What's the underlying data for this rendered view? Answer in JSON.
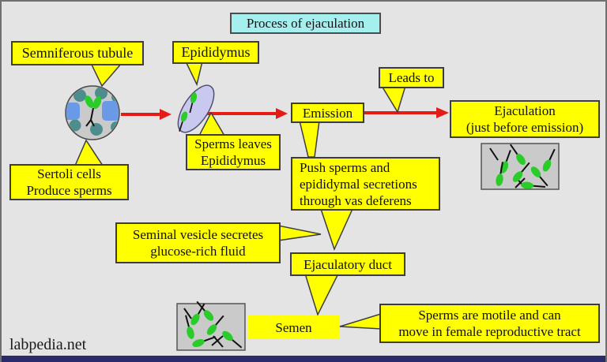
{
  "page": {
    "site": "labpedia.net",
    "title": "Process of ejaculation"
  },
  "labels": {
    "seminiferous_tubule": "Semniferous tubule",
    "epididymus": "Epididymus",
    "sertoli_cells": "Sertoli cells\nProduce sperms",
    "sperms_leaves": "Sperms leaves\nEpididymus",
    "leads_to": "Leads to",
    "emission": "Emission",
    "ejaculation": "Ejaculation\n(just before emission)",
    "push_sperms": "Push sperms and\nepididymal secretions\nthrough vas deferens",
    "seminal_vesicle": "Seminal vesicle secretes\nglucose-rich fluid",
    "ejaculatory_duct": "Ejaculatory duct",
    "semen": "Semen",
    "sperms_motile": "Sperms are motile and can\nmove in female reproductive tract"
  },
  "colors": {
    "callout_yellow": "#ffff00",
    "title_cyan": "#a5efef",
    "arrow_red": "#e41b17",
    "sperm_green": "#29cc29",
    "tubule_gray": "#cacaca",
    "sertoli_teal": "#4e8d8d",
    "lumen_blue": "#6a9ae6",
    "epididymis_lavender": "#c9c9ef",
    "footer_bar": "#2b2b6b"
  }
}
